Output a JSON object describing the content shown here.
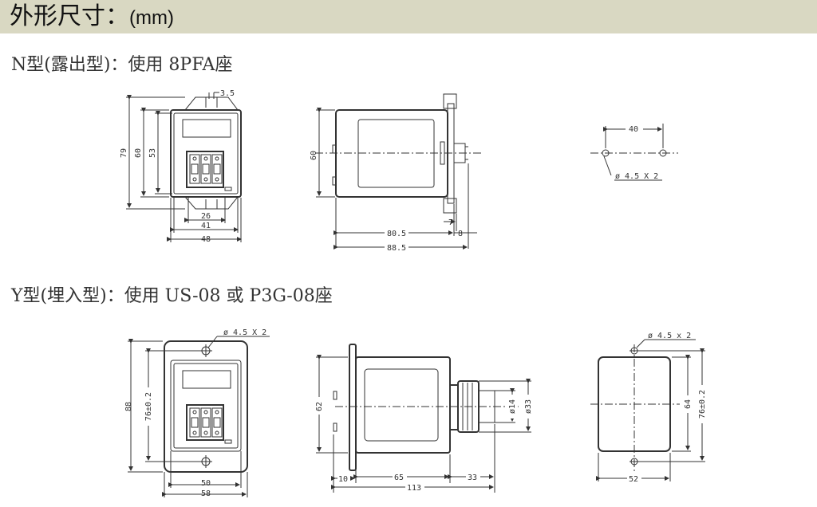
{
  "header": {
    "title": "外形尺寸：",
    "unit": "(mm)"
  },
  "sections": {
    "n_type": "N型(露出型)：使用 8PFA座",
    "y_type": "Y型(埋入型)：使用 US-08 或 P3G-08座"
  },
  "n_front": {
    "d3_5": "3.5",
    "d79": "79",
    "d60": "60",
    "d53": "53",
    "d26": "26",
    "d41": "41",
    "d48": "48"
  },
  "n_side": {
    "d60": "60",
    "d7": "7",
    "d80_5": "80.5",
    "d8": "8",
    "d88_5": "88.5"
  },
  "n_mount": {
    "d40": "40",
    "hole": "ø 4.5 X 2"
  },
  "y_front": {
    "hole": "ø 4.5 X 2",
    "d88": "88",
    "d76": "76±0.2",
    "d50": "50",
    "d58": "58"
  },
  "y_side": {
    "d62": "62",
    "d14": "ø14",
    "d33": "ø33",
    "d10": "10",
    "d65": "65",
    "d33b": "33",
    "d113": "113"
  },
  "y_cutout": {
    "hole": "ø 4.5 x 2",
    "d64": "64",
    "d76": "76±0.2",
    "d52": "52"
  }
}
